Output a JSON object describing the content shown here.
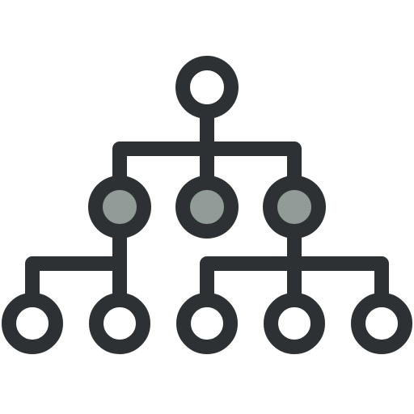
{
  "icon": {
    "name": "hierarchy-tree-icon",
    "levels": 3,
    "root_count": 1,
    "middle_count": 3,
    "leaf_count": 5
  },
  "colors": {
    "stroke": "#2d3133",
    "middle_fill": "#929b98",
    "root_fill": "#ffffff",
    "leaf_fill": "#ffffff",
    "background": "#ffffff"
  }
}
